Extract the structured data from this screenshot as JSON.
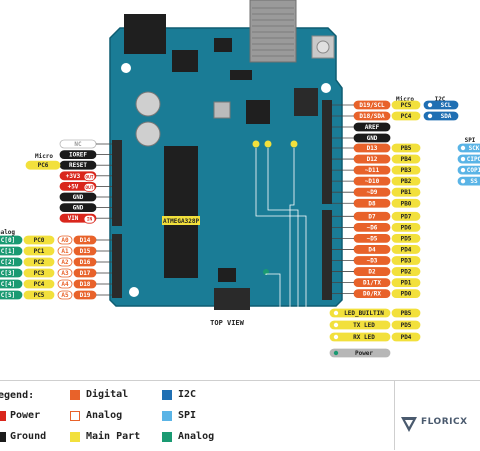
{
  "colors": {
    "board": "#1a7c96",
    "board_edge": "#0e5d72",
    "digital": "#e8622a",
    "analog_outline": "#e8622a",
    "power": "#d9261c",
    "ground": "#1b1b1b",
    "main_part": "#f2e03c",
    "i2c": "#1f6fb3",
    "spi": "#5ab4e6",
    "analog": "#1a9a72",
    "gray": "#b7b7b7"
  },
  "board": {
    "chip_label": "ATMEGA328P",
    "view_label": "TOP VIEW"
  },
  "left_top": {
    "header": "Micro",
    "rows": [
      {
        "micro": "",
        "name": "NC",
        "kind": "gray",
        "suffix": ""
      },
      {
        "micro": "",
        "name": "IOREF",
        "kind": "dark",
        "suffix": ""
      },
      {
        "micro": "PC6",
        "name": "RESET",
        "kind": "dark",
        "suffix": ""
      },
      {
        "micro": "",
        "name": "+3V3",
        "kind": "power",
        "suffix": "OUT"
      },
      {
        "micro": "",
        "name": "+5V",
        "kind": "power",
        "suffix": "OUT"
      },
      {
        "micro": "",
        "name": "GND",
        "kind": "ground",
        "suffix": ""
      },
      {
        "micro": "",
        "name": "GND",
        "kind": "ground",
        "suffix": ""
      },
      {
        "micro": "",
        "name": "VIN",
        "kind": "power",
        "suffix": "IN"
      }
    ]
  },
  "left_analog": {
    "header": "nalog",
    "rows": [
      {
        "adc": "C[0]",
        "micro": "PC0",
        "a": "A0",
        "d": "D14"
      },
      {
        "adc": "C[1]",
        "micro": "PC1",
        "a": "A1",
        "d": "D15"
      },
      {
        "adc": "C[2]",
        "micro": "PC2",
        "a": "A2",
        "d": "D16"
      },
      {
        "adc": "C[3]",
        "micro": "PC3",
        "a": "A3",
        "d": "D17"
      },
      {
        "adc": "C[4]",
        "micro": "PC4",
        "a": "A4",
        "d": "D18"
      },
      {
        "adc": "C[5]",
        "micro": "PC5",
        "a": "A5",
        "d": "D19"
      }
    ]
  },
  "right_top": {
    "header_micro": "Micro",
    "header_i2c": "I2C",
    "header_spi": "SPI",
    "rows": [
      {
        "name": "D19/SCL",
        "micro": "PC5",
        "bus": "SCL",
        "kind": "digital",
        "bus_kind": "i2c"
      },
      {
        "name": "D18/SDA",
        "micro": "PC4",
        "bus": "SDA",
        "kind": "digital",
        "bus_kind": "i2c"
      },
      {
        "name": "AREF",
        "micro": "",
        "bus": "",
        "kind": "dark",
        "bus_kind": ""
      },
      {
        "name": "GND",
        "micro": "",
        "bus": "",
        "kind": "ground",
        "bus_kind": ""
      }
    ]
  },
  "right_digital": {
    "rows": [
      {
        "name": "D13",
        "micro": "PB5",
        "bus": "SCK"
      },
      {
        "name": "D12",
        "micro": "PB4",
        "bus": "CIPO"
      },
      {
        "name": "~D11",
        "micro": "PB3",
        "bus": "COPI"
      },
      {
        "name": "~D10",
        "micro": "PB2",
        "bus": "SS"
      },
      {
        "name": "~D9",
        "micro": "PB1",
        "bus": ""
      },
      {
        "name": "D8",
        "micro": "PB0",
        "bus": ""
      },
      {
        "name": "D7",
        "micro": "PD7",
        "bus": ""
      },
      {
        "name": "~D6",
        "micro": "PD6",
        "bus": ""
      },
      {
        "name": "~D5",
        "micro": "PD5",
        "bus": ""
      },
      {
        "name": "D4",
        "micro": "PD4",
        "bus": ""
      },
      {
        "name": "~D3",
        "micro": "PD3",
        "bus": ""
      },
      {
        "name": "D2",
        "micro": "PD2",
        "bus": ""
      },
      {
        "name": "D1/TX",
        "micro": "PD1",
        "bus": ""
      },
      {
        "name": "D0/RX",
        "micro": "PD0",
        "bus": ""
      }
    ]
  },
  "leds": [
    {
      "name": "LED_BUILTIN",
      "micro": "PB5"
    },
    {
      "name": "TX LED",
      "micro": "PD5"
    },
    {
      "name": "RX LED",
      "micro": "PD4"
    }
  ],
  "power_led": {
    "name": "Power"
  },
  "legend": {
    "title": "egend:",
    "items": [
      {
        "label": "Power",
        "kind": "power"
      },
      {
        "label": "Ground",
        "kind": "ground"
      },
      {
        "label": "Digital",
        "kind": "digital"
      },
      {
        "label": "Analog",
        "kind": "analog_outline"
      },
      {
        "label": "Main Part",
        "kind": "main_part"
      },
      {
        "label": "I2C",
        "kind": "i2c"
      },
      {
        "label": "SPI",
        "kind": "spi"
      },
      {
        "label": "Analog",
        "kind": "analog"
      }
    ]
  },
  "brand": {
    "logo_text": "FLORICX"
  }
}
